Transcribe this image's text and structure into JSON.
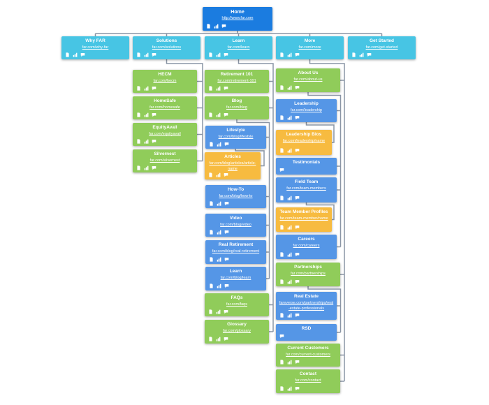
{
  "diagram_type": "sitemap",
  "site": "far.com",
  "colors": {
    "home": "#1b7ce0",
    "nav_level": "#47c5e4",
    "level2": "#90cc5a",
    "level3": "#5596e6",
    "level4": "#f7bb40",
    "connector": "#8a95a5"
  },
  "icon_names": [
    "page-icon",
    "bar-chart-icon",
    "comment-icon"
  ],
  "nodes": {
    "home": {
      "title": "Home",
      "url": "http://www.far.com"
    },
    "why_far": {
      "title": "Why FAR",
      "url": "far.com/why-far"
    },
    "solutions": {
      "title": "Solutions",
      "url": "far.com/solutions"
    },
    "learn": {
      "title": "Learn",
      "url": "far.com/learn"
    },
    "more": {
      "title": "More",
      "url": "far.com/more"
    },
    "get_started": {
      "title": "Get Started",
      "url": "far.com/get-started"
    },
    "hecm": {
      "title": "HECM",
      "url": "far.com/hecm"
    },
    "homesafe": {
      "title": "HomeSafe",
      "url": "far.com/homesafe"
    },
    "equityavail": {
      "title": "EquityAvail",
      "url": "far.com/equityavail"
    },
    "silvernest": {
      "title": "Silvernest",
      "url": "far.com/silvernest"
    },
    "retirement_101": {
      "title": "Retirement 101",
      "url": "far.com/retirement-101"
    },
    "blog": {
      "title": "Blog",
      "url": "far.com/blog"
    },
    "lifestyle": {
      "title": "Lifestyle",
      "url": "far.com/blog/lifestyle"
    },
    "articles": {
      "title": "Articles",
      "url": "far.com/blog/articles/article-name"
    },
    "how_to": {
      "title": "How-To",
      "url": "far.com/blog/how-to"
    },
    "video": {
      "title": "Video",
      "url": "far.com/blog/video"
    },
    "real_retirement": {
      "title": "Real Retirement",
      "url": "far.com/blog/real-retirement"
    },
    "learn_blog": {
      "title": "Learn",
      "url": "far.com/blog/learn"
    },
    "faqs": {
      "title": "FAQs",
      "url": "far.com/faqs"
    },
    "glossary": {
      "title": "Glossary",
      "url": "far.com/glossary"
    },
    "about_us": {
      "title": "About Us",
      "url": "far.com/about-us"
    },
    "leadership": {
      "title": "Leadership",
      "url": "far.com/leadership"
    },
    "leadership_bios": {
      "title": "Leadership Bios",
      "url": "far.com/leadership/name"
    },
    "testimonials": {
      "title": "Testimonials"
    },
    "field_team": {
      "title": "Field Team",
      "url": "far.com/team-members"
    },
    "team_member_profiles": {
      "title": "Team Member Profiles",
      "url": "far.com/team-member/name"
    },
    "careers": {
      "title": "Careers",
      "url": "far.com/careers"
    },
    "partnerships": {
      "title": "Partnerships",
      "url": "far.com/partnerships"
    },
    "real_estate": {
      "title": "Real Estate",
      "url": "fareverse.com/partnerships/real-estate-professionals"
    },
    "rsd": {
      "title": "RSD"
    },
    "current_customers": {
      "title": "Current Customers",
      "url": "far.com/current-customers"
    },
    "contact": {
      "title": "Contact",
      "url": "far.com/contact"
    }
  }
}
